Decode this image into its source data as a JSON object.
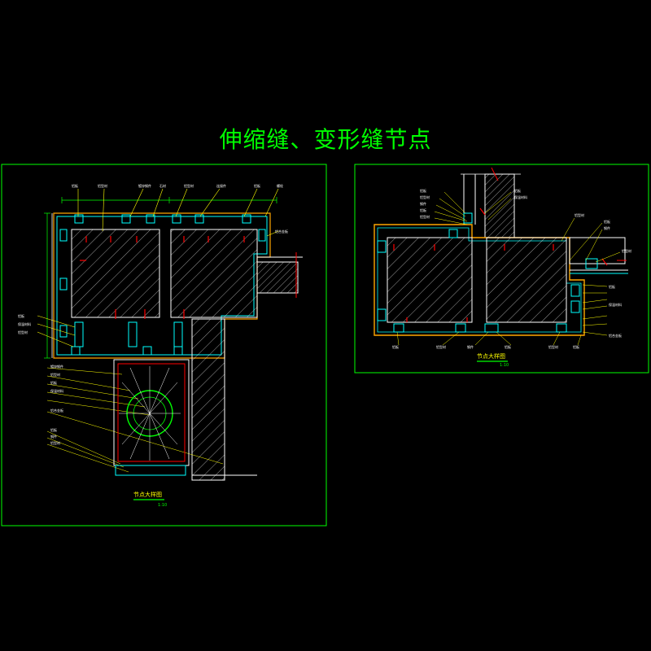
{
  "title": "伸缩缝、变形缝节点",
  "colors": {
    "background": "#000000",
    "frame": "#00ff00",
    "title": "#00ff00",
    "leader": "#ffff00",
    "hatch": "#ffffff",
    "fin": "#00ffff",
    "sealant": "#ff0000",
    "insulation": "#ffa500"
  },
  "left_panel": {
    "caption": "节点大样图",
    "scale": "1:10",
    "labels_top": [
      "铝板",
      "铝型材",
      "镀锌钢件",
      "石材",
      "铝型材",
      "连接件",
      "铝板",
      "螺栓"
    ],
    "labels_left": [
      "铝板",
      "保温材料",
      "铝型材"
    ],
    "labels_right": [
      "铝合金板"
    ],
    "labels_mid": [
      "镀锌钢件",
      "铝型材",
      "铝板",
      "保温材料",
      "铝合金板"
    ],
    "labels_bottom": [
      "铝板",
      "钢件",
      "铝型材"
    ]
  },
  "right_panel": {
    "caption": "节点大样图",
    "scale": "1:10",
    "labels_left": [
      "铝板",
      "铝型材",
      "钢件",
      "铝板",
      "铝型材"
    ],
    "labels_top": [
      "铝板",
      "保温材料"
    ],
    "labels_right": [
      "铝型材",
      "铝板",
      "钢件",
      "铝型材",
      "铝板",
      "保温材料",
      "铝合金板"
    ],
    "labels_bottom": [
      "铝板",
      "铝型材",
      "钢件",
      "铝板",
      "铝型材",
      "铝板"
    ]
  }
}
